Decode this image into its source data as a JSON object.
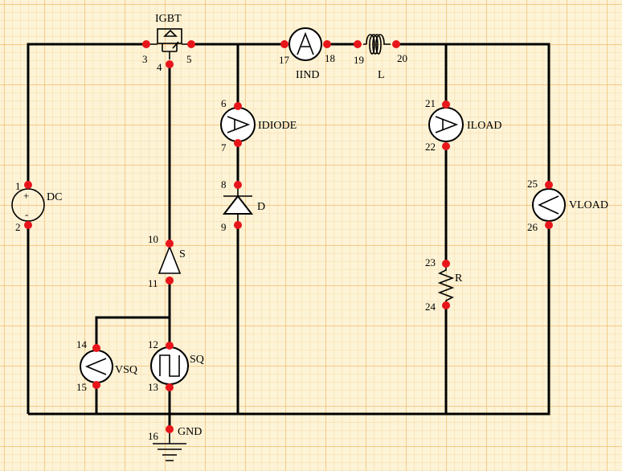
{
  "components": {
    "dc": "DC",
    "igbt": "IGBT",
    "iind": "IIND",
    "l": "L",
    "idiode": "IDIODE",
    "d": "D",
    "s": "S",
    "sq": "SQ",
    "vsq": "VSQ",
    "gnd": "GND",
    "iload": "ILOAD",
    "r": "R",
    "vload": "VLOAD"
  },
  "nodes": [
    "1",
    "2",
    "3",
    "4",
    "5",
    "6",
    "7",
    "8",
    "9",
    "10",
    "11",
    "12",
    "13",
    "14",
    "15",
    "16",
    "17",
    "18",
    "19",
    "20",
    "21",
    "22",
    "23",
    "24",
    "25",
    "26"
  ],
  "colors": {
    "background": "#fdf3d6",
    "grid": "#f3c27a",
    "wire": "#000000",
    "node": "#e8151b"
  }
}
